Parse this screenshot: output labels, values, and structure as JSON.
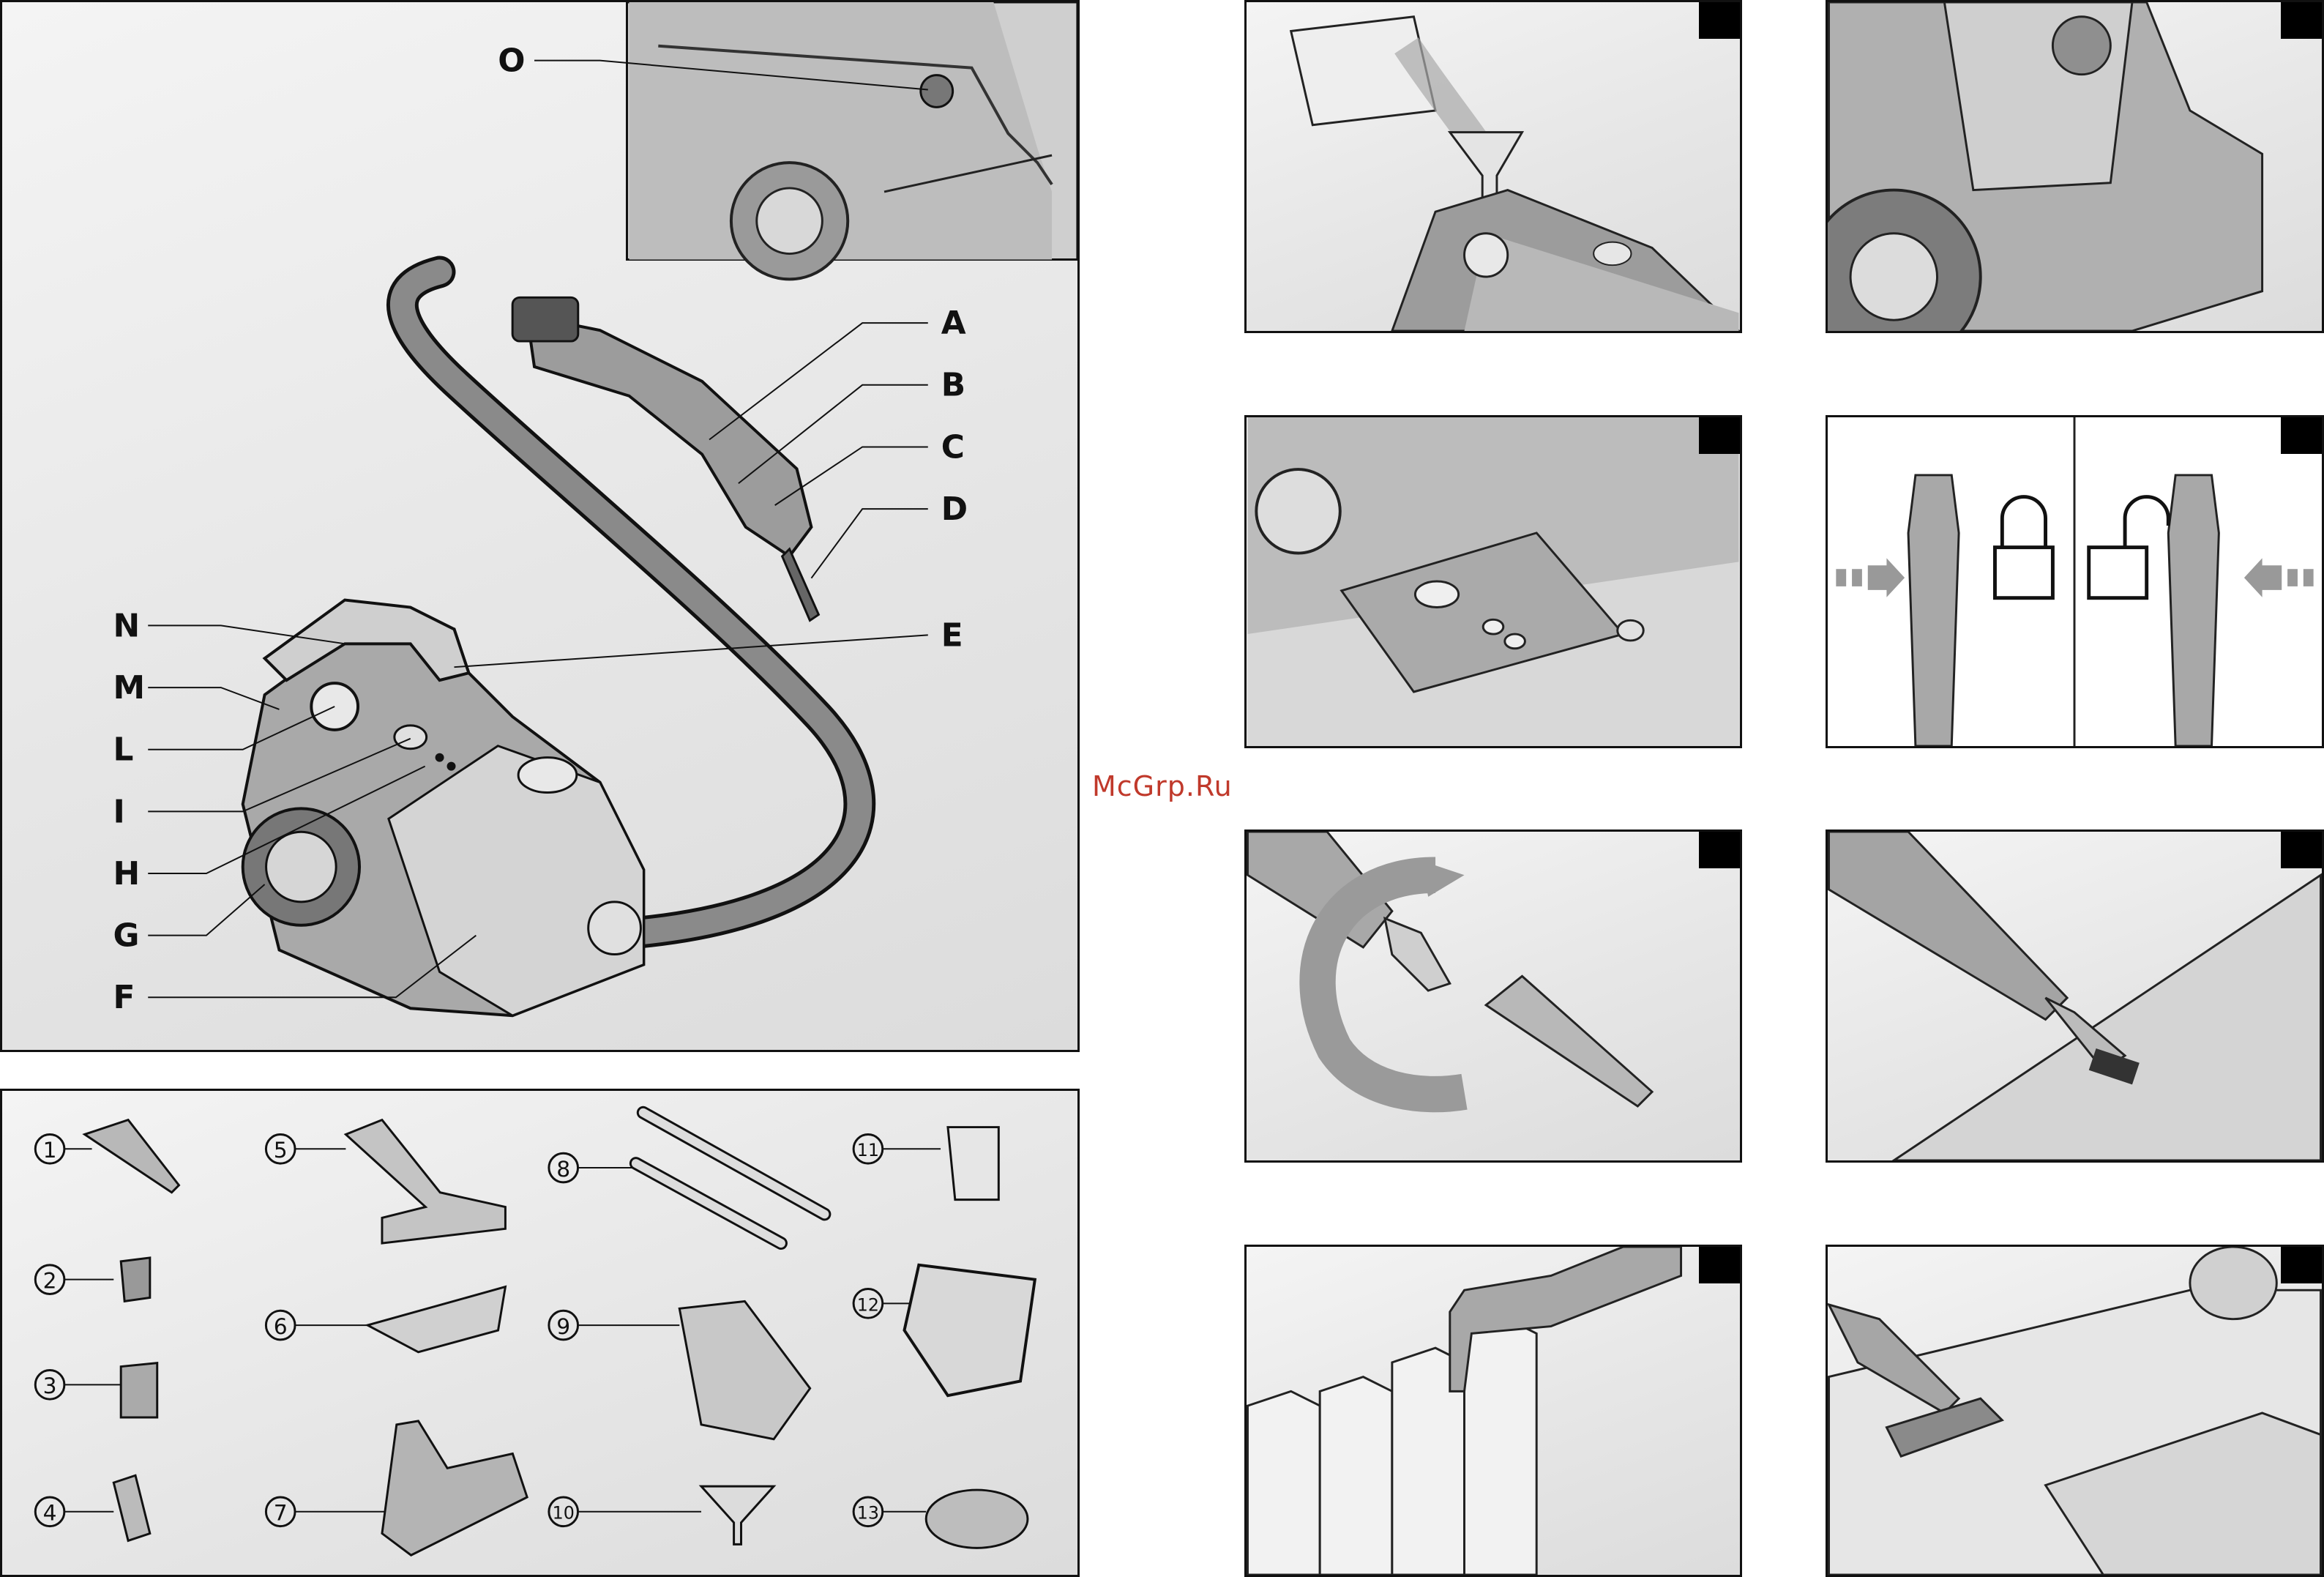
{
  "watermark": "McGrp.Ru",
  "parts_labels": {
    "A": "A",
    "B": "B",
    "C": "C",
    "D": "D",
    "E": "E",
    "F": "F",
    "G": "G",
    "H": "H",
    "I": "I",
    "L": "L",
    "M": "M",
    "N": "N",
    "O": "O"
  },
  "accessory_numbers": [
    "1",
    "2",
    "3",
    "4",
    "5",
    "6",
    "7",
    "8",
    "9",
    "10",
    "11",
    "12",
    "13"
  ],
  "figure_icons": {
    "fig1": "pour-water-funnel-icon",
    "fig2": "cap-closeup-icon",
    "fig3": "control-panel-closeup-icon",
    "fig4": "lock-unlock-icon",
    "fig5": "attach-nozzle-rotate-icon",
    "fig6": "brush-surface-icon",
    "fig7": "radiator-cleaning-icon",
    "fig8": "upholstery-cleaning-icon"
  }
}
